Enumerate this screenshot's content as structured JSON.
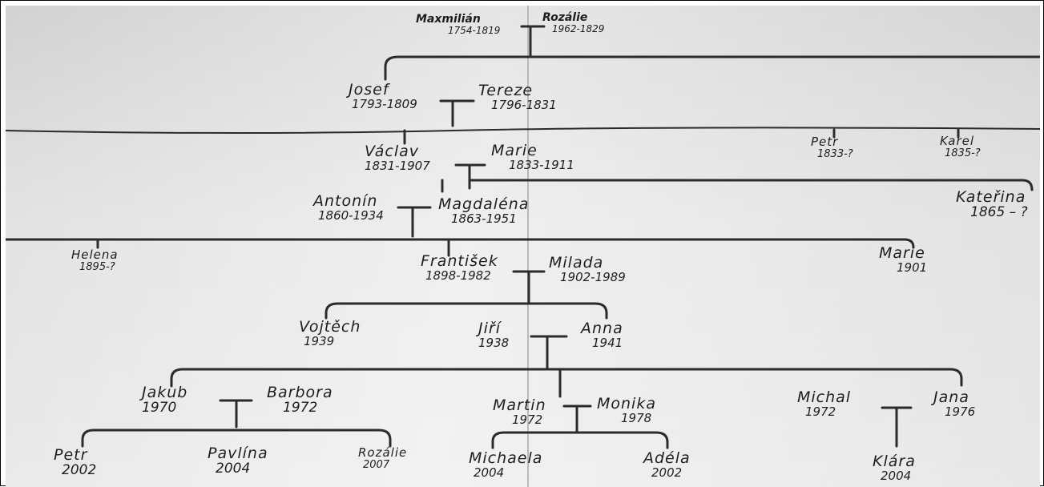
{
  "tree": {
    "people": {
      "maximilian": {
        "name": "Maxmilián",
        "dates": "1754-1819"
      },
      "rozalie_top": {
        "name": "Rozálie",
        "dates": "1962-1829"
      },
      "josef": {
        "name": "Josef",
        "dates": "1793-1809"
      },
      "tereza": {
        "name": "Tereze",
        "dates": "1796-1831"
      },
      "vaclav": {
        "name": "Václav",
        "dates": "1831-1907"
      },
      "marie1": {
        "name": "Marie",
        "dates": "1833-1911"
      },
      "petr1": {
        "name": "Petr",
        "dates": "1833-?"
      },
      "karel": {
        "name": "Karel",
        "dates": "1835-?"
      },
      "antonin": {
        "name": "Antonín",
        "dates": "1860-1934"
      },
      "magdalena": {
        "name": "Magdaléna",
        "dates": "1863-1951"
      },
      "katerina": {
        "name": "Kateřina",
        "dates": "1865 – ?"
      },
      "helena": {
        "name": "Helena",
        "dates": "1895-?"
      },
      "frantisek": {
        "name": "František",
        "dates": "1898-1982"
      },
      "milada": {
        "name": "Milada",
        "dates": "1902-1989"
      },
      "marie2": {
        "name": "Marie",
        "dates": "1901"
      },
      "vojtech": {
        "name": "Vojtěch",
        "dates": "1939"
      },
      "jiri": {
        "name": "Jiří",
        "dates": "1938"
      },
      "anna": {
        "name": "Anna",
        "dates": "1941"
      },
      "jakub": {
        "name": "Jakub",
        "dates": "1970"
      },
      "barbora": {
        "name": "Barbora",
        "dates": "1972"
      },
      "martin": {
        "name": "Martin",
        "dates": "1972"
      },
      "monika": {
        "name": "Monika",
        "dates": "1978"
      },
      "michal": {
        "name": "Michal",
        "dates": "1972"
      },
      "jana": {
        "name": "Jana",
        "dates": "1976"
      },
      "petr2": {
        "name": "Petr",
        "dates": "2002"
      },
      "pavlina": {
        "name": "Pavlína",
        "dates": "2004"
      },
      "rozalie2": {
        "name": "Rozálie",
        "dates": "2007"
      },
      "michaela": {
        "name": "Michaela",
        "dates": "2004"
      },
      "adela": {
        "name": "Adéla",
        "dates": "2002"
      },
      "klara": {
        "name": "Klára",
        "dates": "2004"
      }
    }
  }
}
